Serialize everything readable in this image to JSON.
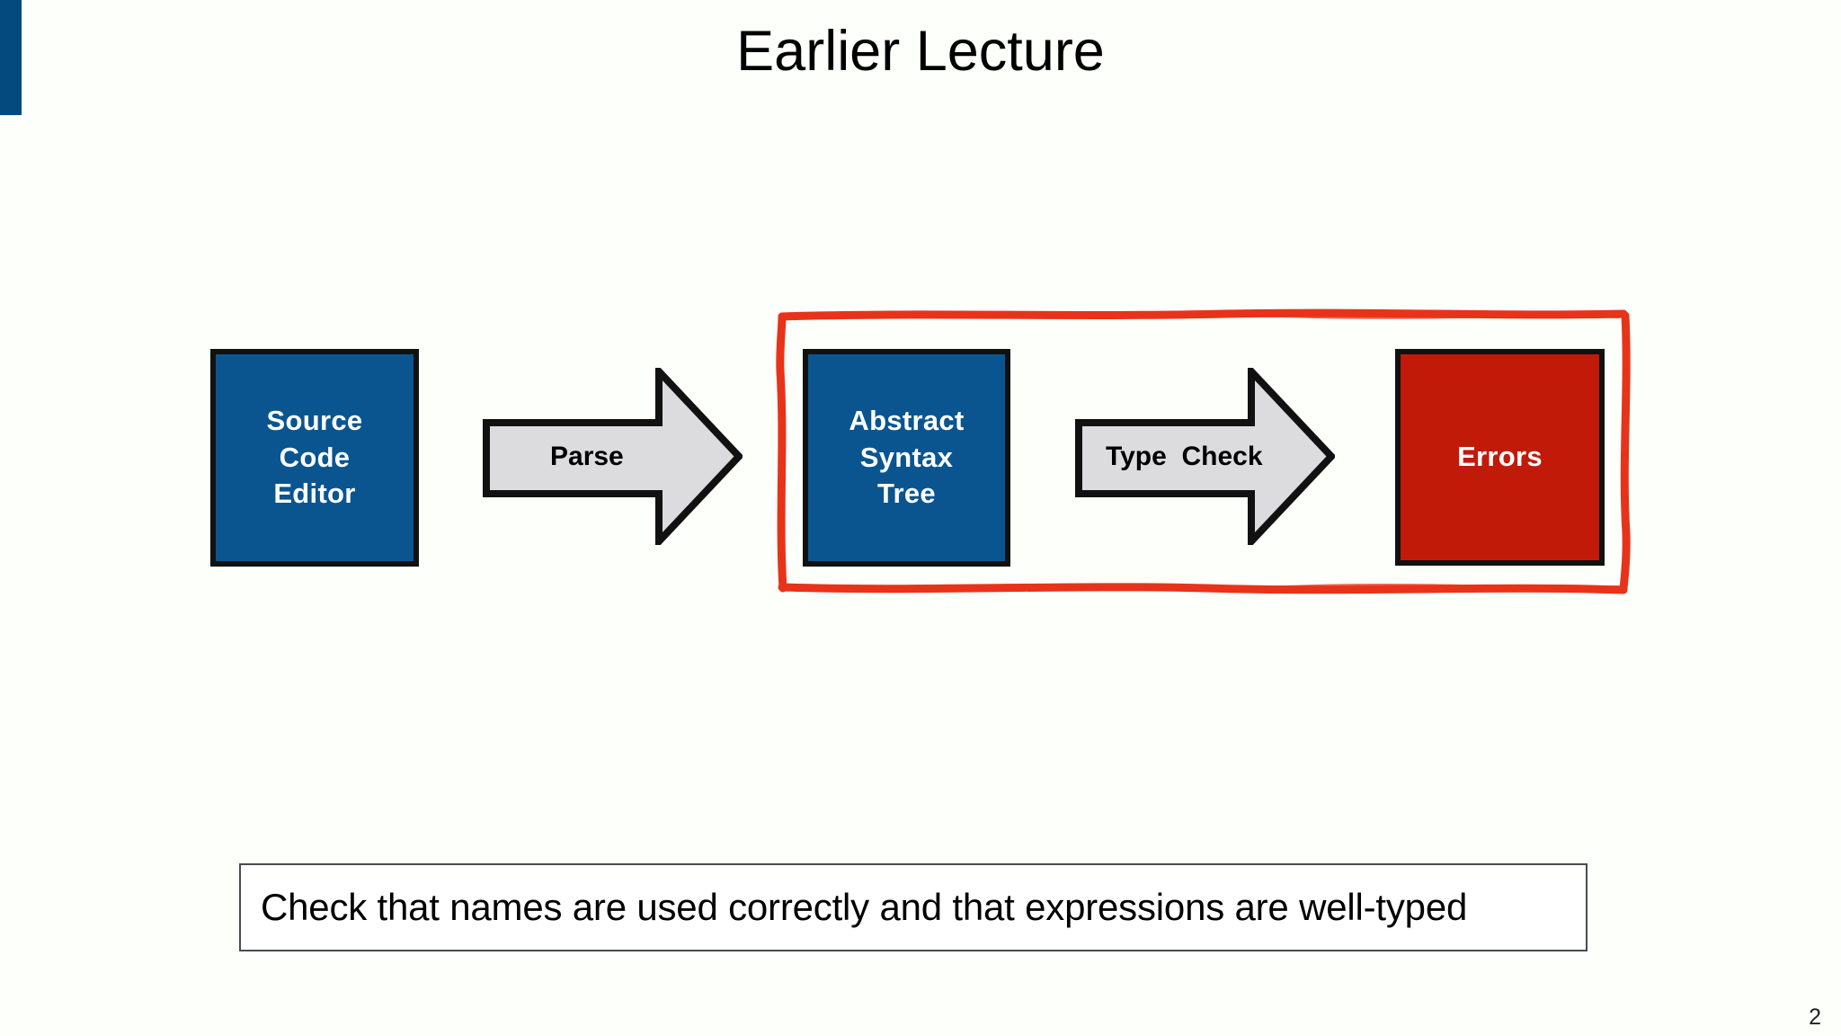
{
  "slide": {
    "title": "Earlier Lecture",
    "page_number": "2",
    "background_color": "#fcfffa",
    "accent_bar_color": "#054a7e"
  },
  "pipeline": {
    "nodes": [
      {
        "id": "source-code-editor",
        "label": "Source\nCode\nEditor",
        "shape": "rectangle",
        "fill": "#0a5590",
        "text_color": "#ffffff"
      },
      {
        "id": "abstract-syntax-tree",
        "label": "Abstract\nSyntax\nTree",
        "shape": "rectangle",
        "fill": "#0a5590",
        "text_color": "#ffffff"
      },
      {
        "id": "errors",
        "label": "Errors",
        "shape": "rectangle",
        "fill": "#c11a09",
        "text_color": "#ffffff"
      }
    ],
    "arrows": [
      {
        "id": "parse-arrow",
        "label": "Parse",
        "fill": "#dcdcdf",
        "stroke": "#111111",
        "direction": "right"
      },
      {
        "id": "type-check-arrow",
        "label": "Type  Check",
        "fill": "#dcdcdf",
        "stroke": "#111111",
        "direction": "right"
      }
    ],
    "highlight": {
      "id": "type-check-stage-highlight",
      "color": "#e8331b",
      "style": "hand-drawn-rectangle"
    }
  },
  "caption": {
    "text": "Check that names are used correctly and that expressions are well-typed",
    "border_color": "#4a4a55"
  }
}
